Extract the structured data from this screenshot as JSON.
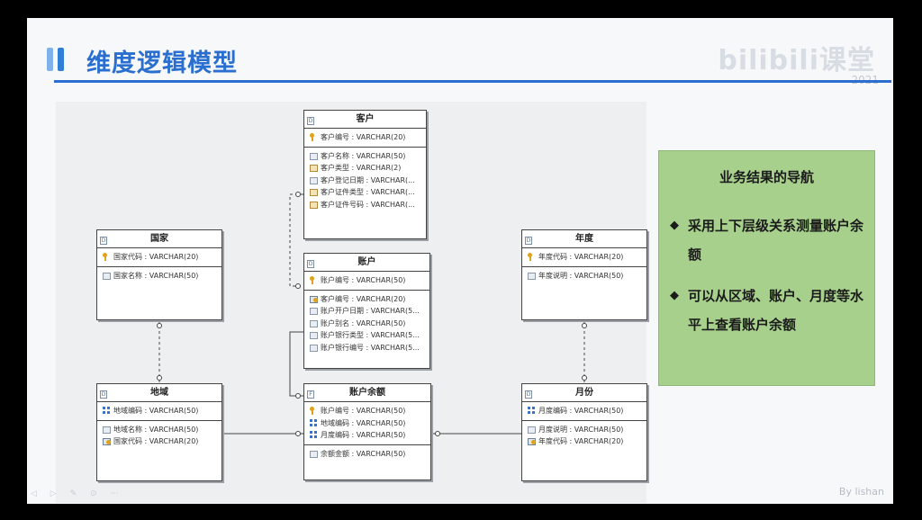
{
  "slide": {
    "title": "维度逻辑模型",
    "brand": "bilibili课堂",
    "brand_year": "2021",
    "byline": "By lishan",
    "footer_tools": "◁ ▷ ✎ ⊙ ⋯"
  },
  "entities": {
    "customer": {
      "name": "客户",
      "key_rows": [
        {
          "icon": "pk",
          "text": "客户编号 : VARCHAR(20)"
        }
      ],
      "attr_rows": [
        {
          "icon": "col",
          "text": "客户名称 : VARCHAR(50)"
        },
        {
          "icon": "ind",
          "text": "客户类型 : VARCHAR(2)"
        },
        {
          "icon": "col",
          "text": "客户登记日期 : VARCHAR(..."
        },
        {
          "icon": "ind",
          "text": "客户证件类型 : VARCHAR(..."
        },
        {
          "icon": "ind",
          "text": "客户证件号码 : VARCHAR(..."
        }
      ]
    },
    "country": {
      "name": "国家",
      "key_rows": [
        {
          "icon": "pk",
          "text": "国家代码 : VARCHAR(20)"
        }
      ],
      "attr_rows": [
        {
          "icon": "col",
          "text": "国家名称 : VARCHAR(50)"
        }
      ]
    },
    "account": {
      "name": "账户",
      "key_rows": [
        {
          "icon": "pk",
          "text": "账户编号 : VARCHAR(50)"
        }
      ],
      "attr_rows": [
        {
          "icon": "fk",
          "text": "客户编号 : VARCHAR(20)"
        },
        {
          "icon": "col",
          "text": "账户开户日期 : VARCHAR(5..."
        },
        {
          "icon": "col",
          "text": "账户别名 : VARCHAR(50)"
        },
        {
          "icon": "col",
          "text": "账户银行类型 : VARCHAR(5..."
        },
        {
          "icon": "col",
          "text": "账户银行编号 : VARCHAR(5..."
        }
      ]
    },
    "year": {
      "name": "年度",
      "key_rows": [
        {
          "icon": "pk",
          "text": "年度代码 : VARCHAR(20)"
        }
      ],
      "attr_rows": [
        {
          "icon": "col",
          "text": "年度说明 : VARCHAR(50)"
        }
      ]
    },
    "region": {
      "name": "地域",
      "key_rows": [
        {
          "icon": "hier",
          "text": "地域编码 : VARCHAR(50)"
        }
      ],
      "attr_rows": [
        {
          "icon": "col",
          "text": "地域名称 : VARCHAR(50)"
        },
        {
          "icon": "fk",
          "text": "国家代码 : VARCHAR(20)"
        }
      ]
    },
    "balance": {
      "name": "账户余额",
      "key_rows": [
        {
          "icon": "pk",
          "text": "账户编号 : VARCHAR(50)"
        },
        {
          "icon": "hier",
          "text": "地域编码 : VARCHAR(50)"
        },
        {
          "icon": "hier",
          "text": "月度编码 : VARCHAR(50)"
        }
      ],
      "attr_rows": [
        {
          "icon": "col",
          "text": "余额金额 : VARCHAR(50)"
        }
      ]
    },
    "month": {
      "name": "月份",
      "key_rows": [
        {
          "icon": "hier",
          "text": "月度编码 : VARCHAR(50)"
        }
      ],
      "attr_rows": [
        {
          "icon": "col",
          "text": "月度说明 : VARCHAR(50)"
        },
        {
          "icon": "fk",
          "text": "年度代码 : VARCHAR(20)"
        }
      ]
    }
  },
  "note": {
    "title": "业务结果的导航",
    "items": [
      "采用上下层级关系测量账户余额",
      "可以从区域、账户、月度等水平上查看账户余额"
    ],
    "bullet": "◆"
  }
}
